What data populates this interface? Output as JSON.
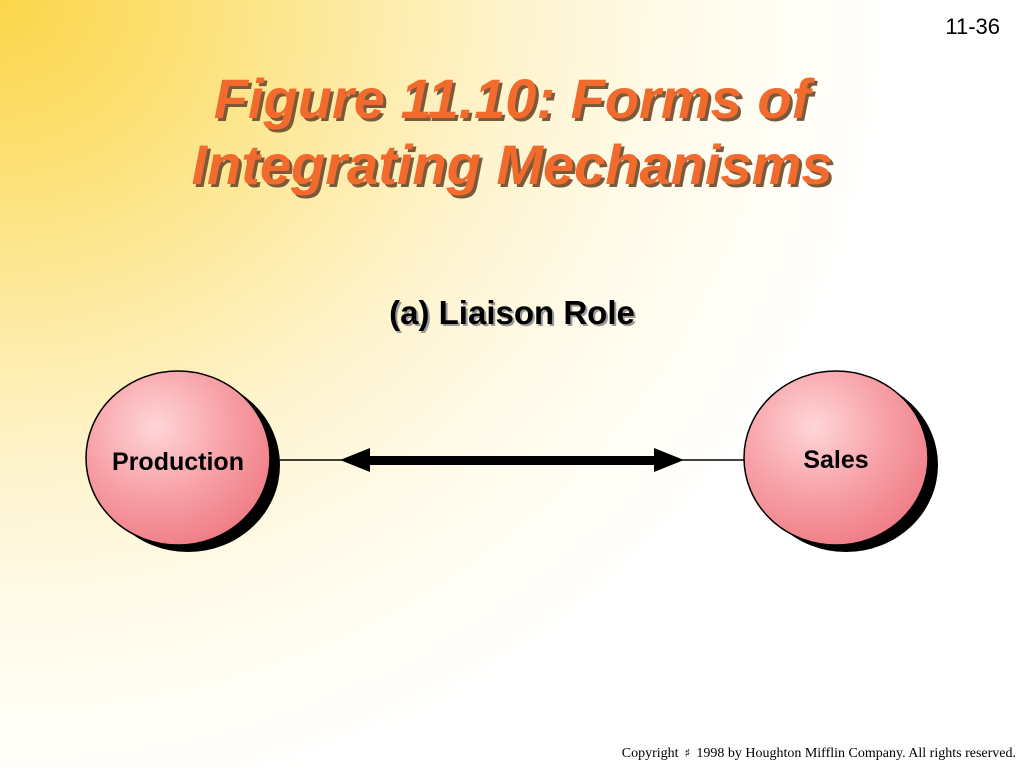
{
  "slide": {
    "number": "11-36",
    "title_line1": "Figure 11.10: Forms of",
    "title_line2": "Integrating Mechanisms",
    "subtitle": "(a) Liaison Role"
  },
  "diagram": {
    "nodes": [
      {
        "label": "Production"
      },
      {
        "label": "Sales"
      }
    ],
    "connector": "bidirectional-arrow"
  },
  "colors": {
    "title": "#f26a2c",
    "node_fill": "#f48f96",
    "node_outline": "#000000"
  },
  "footer": {
    "copyright_prefix": "Copyright",
    "copyright_symbol_icon": "copyright-symbol-icon",
    "copyright_text": "1998 by Houghton Mifflin Company.  All rights reserved."
  }
}
